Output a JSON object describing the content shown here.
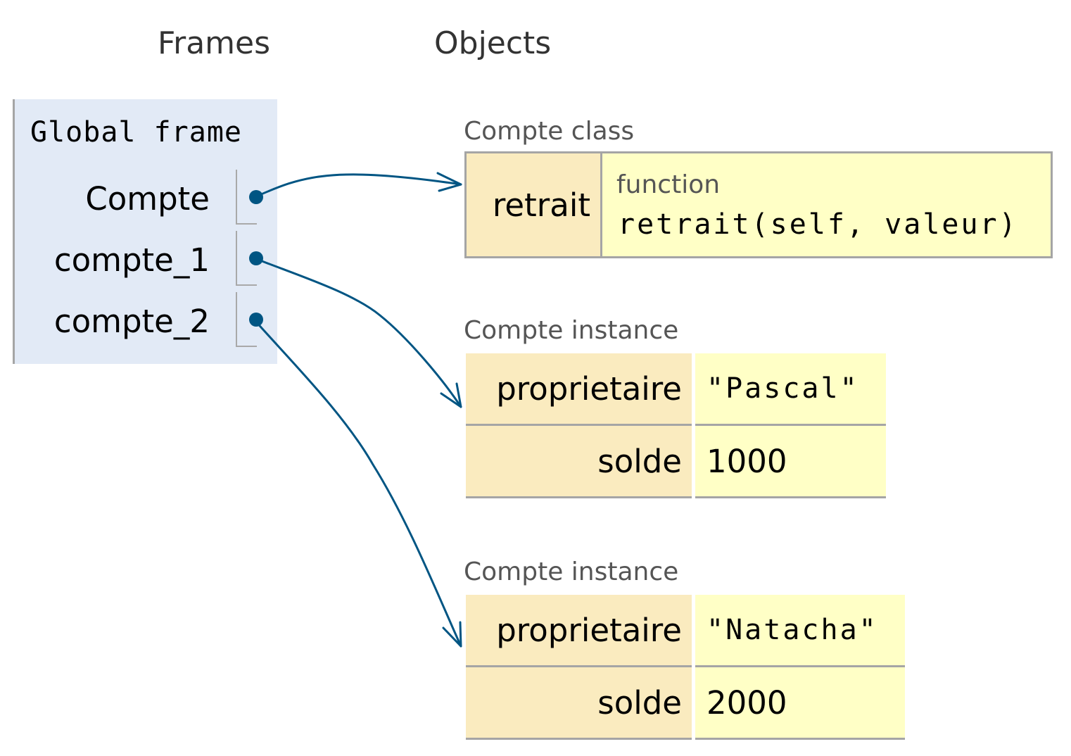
{
  "headings": {
    "frames": "Frames",
    "objects": "Objects"
  },
  "frame": {
    "title": "Global frame",
    "variables": [
      {
        "name": "Compte"
      },
      {
        "name": "compte_1"
      },
      {
        "name": "compte_2"
      }
    ]
  },
  "class_object": {
    "label": "Compte class",
    "key": "retrait",
    "value_type": "function",
    "value_signature": "retrait(self, valeur)"
  },
  "instances": [
    {
      "label": "Compte instance",
      "fields": [
        {
          "key": "proprietaire",
          "value": "\"Pascal\""
        },
        {
          "key": "solde",
          "value": "1000"
        }
      ]
    },
    {
      "label": "Compte instance",
      "fields": [
        {
          "key": "proprietaire",
          "value": "\"Natacha\""
        },
        {
          "key": "solde",
          "value": "2000"
        }
      ]
    }
  ],
  "colors": {
    "frame_bg": "#e2eaf6",
    "key_bg": "#faebbf",
    "value_bg": "#ffffc6",
    "pointer": "#005583",
    "border": "#a5a5a5"
  }
}
